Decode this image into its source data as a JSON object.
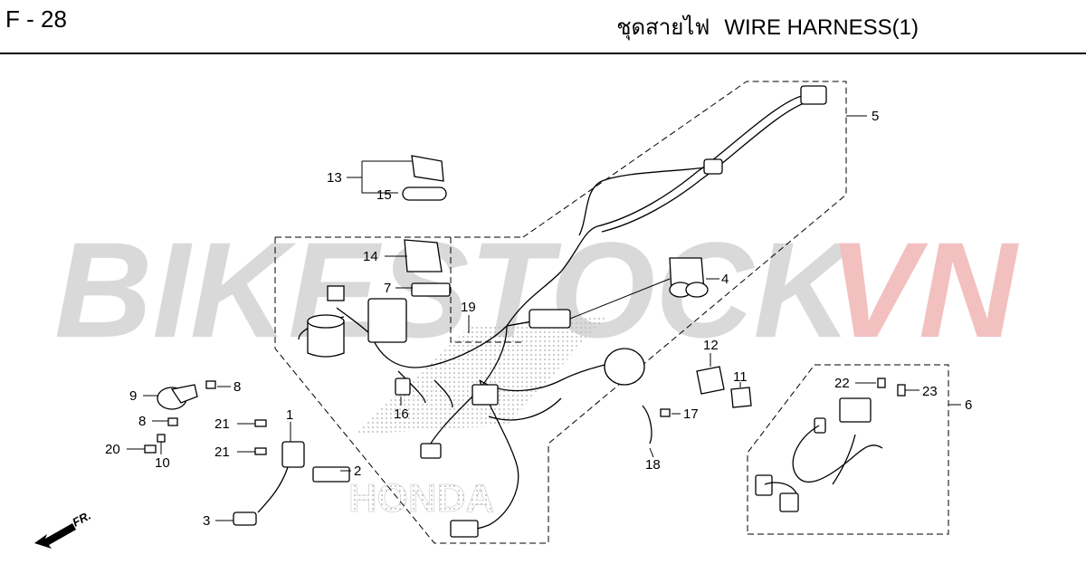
{
  "header": {
    "page_number": "F - 28",
    "title_thai": "ชุดสายไฟ",
    "title_en": "WIRE HARNESS(1)"
  },
  "watermark": {
    "part1": "BIKESTOCK",
    "part2": "VN",
    "color1": "#d9d9d9",
    "color2": "#f3c0c0"
  },
  "logo_text": "HONDA",
  "direction_label": "FR.",
  "callouts": {
    "c1": "1",
    "c2": "2",
    "c3": "3",
    "c4": "4",
    "c5": "5",
    "c6": "6",
    "c7": "7",
    "c8a": "8",
    "c8b": "8",
    "c9": "9",
    "c10": "10",
    "c11": "11",
    "c12": "12",
    "c13": "13",
    "c14": "14",
    "c15": "15",
    "c16": "16",
    "c17": "17",
    "c18": "18",
    "c19": "19",
    "c20": "20",
    "c21a": "21",
    "c21b": "21",
    "c22": "22",
    "c23": "23"
  }
}
